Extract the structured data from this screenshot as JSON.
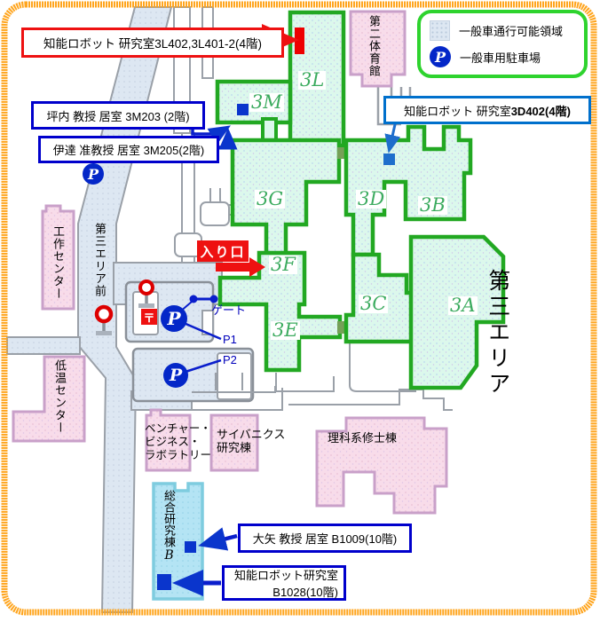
{
  "legend": {
    "traffic_label": "一般車通行可能領域",
    "parking_label": "一般車用駐車場",
    "parking_symbol": "P"
  },
  "callouts": {
    "lab3l": "知能ロボット 研究室3L402,3L401-2(4階)",
    "tsubouchi": "坪内 教授 居室 3M203 (2階)",
    "date": "伊達 准教授 居室 3M205(2階)",
    "lab3d_prefix": "知能ロボット 研究室 ",
    "lab3d_room": "3D402(4階)",
    "oya": "大矢 教授 居室 B1009(10階)",
    "labB_line1": "知能ロボット研究室",
    "labB_line2": "B1028(10階)"
  },
  "labels": {
    "entrance": "入り口",
    "gate": "ゲート",
    "p1": "P1",
    "p2": "P2",
    "area3": "第三エリア",
    "bus_stop": "第三エリア前",
    "gym": "第二体育館",
    "workshop": "工作センター",
    "lowtemp": "低温センター",
    "venture1": "ベンチャー・",
    "venture2": "ビジネス・",
    "venture3": "ラボラトリー",
    "cybernics1": "サイバニクス",
    "cybernics2": "研究棟",
    "science_masters": "理科系修士棟",
    "sogo": "総合研究棟",
    "sogo_b": "B",
    "postal": "〒",
    "parking_symbol": "P"
  },
  "buildings": {
    "b3l": "3L",
    "b3m": "3M",
    "b3g": "3G",
    "b3d": "3D",
    "b3b": "3B",
    "b3f": "3F",
    "b3e": "3E",
    "b3c": "3C",
    "b3a": "3A"
  },
  "colors": {
    "border_orange": "#ffa51e",
    "building_green_stroke": "#22a822",
    "building_green_fill": "#dcf8ec",
    "building_pink_stroke": "#c9a0c9",
    "building_pink_fill": "#f8dcea",
    "building_cyan_stroke": "#7eccdf",
    "building_cyan_fill": "#b4e4f4",
    "road_fill": "#dde7f2",
    "legend_green": "#2ed32e",
    "callout_blue": "#0000cc",
    "callout_light_blue": "#0070cc",
    "callout_red": "#ee1111",
    "marker_blue": "#0033cc",
    "building_label_green": "#3cab5f"
  }
}
